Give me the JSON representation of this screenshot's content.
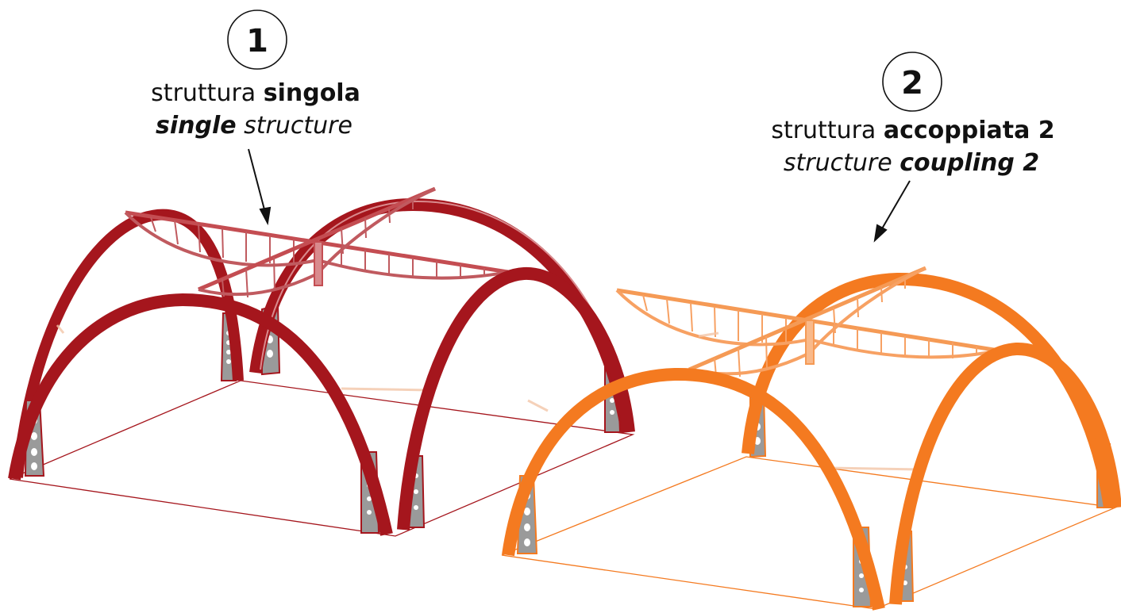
{
  "colors": {
    "structure_1_main": "#a5161d",
    "structure_1_light": "#d98a8d",
    "structure_2_main": "#f47a20",
    "structure_2_light": "#f9b98a",
    "leg_plate": "#9a9a9a",
    "ink": "#111111"
  },
  "structure_1": {
    "number": "1",
    "line1_normal": "struttura ",
    "line1_bold": "singola",
    "line2_bold_italic": "single",
    "line2_italic": " structure"
  },
  "structure_2": {
    "number": "2",
    "line1_normal": "struttura ",
    "line1_bold": "accoppiata 2",
    "line2_italic": "structure ",
    "line2_bold_italic": "coupling 2"
  }
}
